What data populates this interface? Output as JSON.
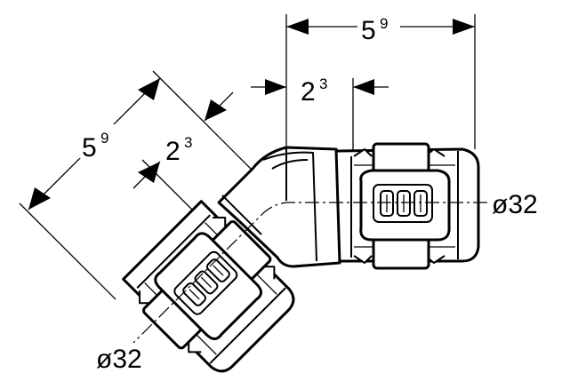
{
  "dimensions": {
    "top_overall": {
      "value": "5",
      "exponent": "9"
    },
    "top_insertion": {
      "value": "2",
      "exponent": "3"
    },
    "left_overall": {
      "value": "5",
      "exponent": "9"
    },
    "left_insertion": {
      "value": "2",
      "exponent": "3"
    },
    "right_diameter": "ø32",
    "bottom_diameter": "ø32"
  }
}
